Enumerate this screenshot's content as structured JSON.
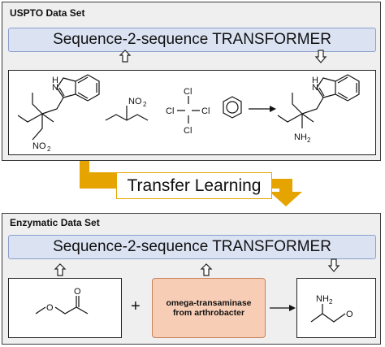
{
  "uspto": {
    "title": "USPTO Data Set",
    "transformer_label": "Sequence-2-sequence TRANSFORMER",
    "reaction": {
      "nitro_label": "NO",
      "nitro_sub": "2",
      "nitro2_label": "NO",
      "nitro2_sub": "2",
      "indole_nh": "H",
      "indole_n": "N",
      "product_nh": "H",
      "product_n": "N",
      "amine_label": "NH",
      "amine_sub": "2",
      "cl_top": "Cl",
      "cl_left": "Cl",
      "cl_right": "Cl",
      "cl_bottom": "Cl"
    }
  },
  "transfer": {
    "label": "Transfer Learning",
    "color": "#e6a400"
  },
  "enzymatic": {
    "title": "Enzymatic Data Set",
    "transformer_label": "Sequence-2-sequence TRANSFORMER",
    "plus": "+",
    "enzyme_line1": "omega-transaminase",
    "enzyme_line2": "from arthrobacter",
    "ketone_o": "O",
    "ether_o": "O",
    "product_o": "O",
    "amine_label": "NH",
    "amine_sub": "2"
  }
}
